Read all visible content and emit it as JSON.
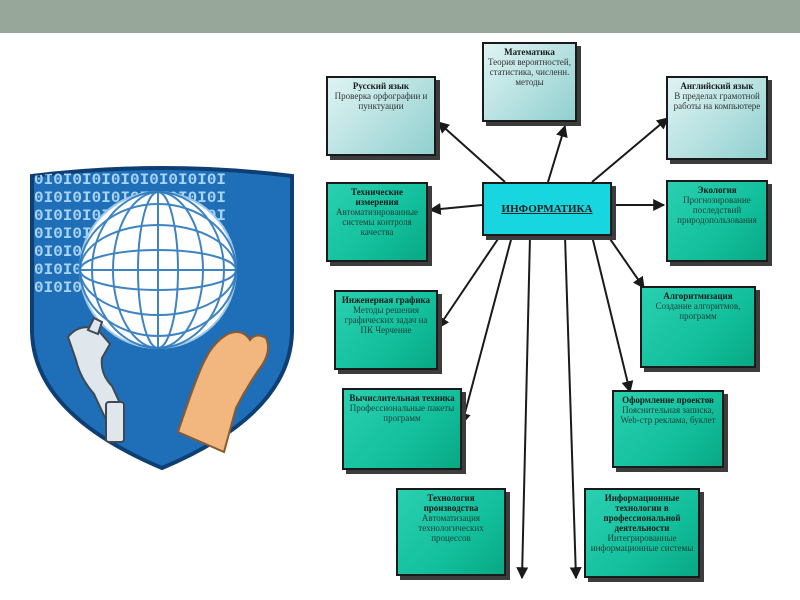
{
  "diagram": {
    "center": "ИНФОРМАТИКА",
    "nodes": [
      {
        "id": "math",
        "title": "Математика",
        "desc": "Теория вероятностей, статистика, численн. методы"
      },
      {
        "id": "russian",
        "title": "Русский язык",
        "desc": "Проверка орфографии и пунктуации"
      },
      {
        "id": "english",
        "title": "Английский язык",
        "desc": "В пределах грамотной работы на компьютере"
      },
      {
        "id": "measure",
        "title": "Технические измерения",
        "desc": "Автоматизированные системы контроля качества"
      },
      {
        "id": "ecology",
        "title": "Экология",
        "desc": "Прогнозирование последствий природопользования"
      },
      {
        "id": "graphics",
        "title": "Инженерная графика",
        "desc": "Методы решения графических задач на ПК Черчение"
      },
      {
        "id": "algo",
        "title": "Алгоритмизация",
        "desc": "Создание алгоритмов, программ"
      },
      {
        "id": "comp",
        "title": "Вычислительная техника",
        "desc": "Профессиональные пакеты программ"
      },
      {
        "id": "design",
        "title": "Оформление проектов",
        "desc": "Пояснительная записка, Web-стр реклама, буклет"
      },
      {
        "id": "tech",
        "title": "Технология производства",
        "desc": "Автоматизация технологических процессов"
      },
      {
        "id": "infotech",
        "title": "Информационные технологии в профессиональной деятельности",
        "desc": "Интегрированные информационные системы"
      }
    ]
  },
  "colors": {
    "topbar": "#97a89a",
    "center": "#18d6e0",
    "green": "#12bf9c",
    "light": "#b5e0e0",
    "shield": "#1e6fb8"
  },
  "emblem": {
    "icon": "globe-hand-shield-icon",
    "binary_text": "0I0I0I0I0I0I0I0I0I0I"
  }
}
